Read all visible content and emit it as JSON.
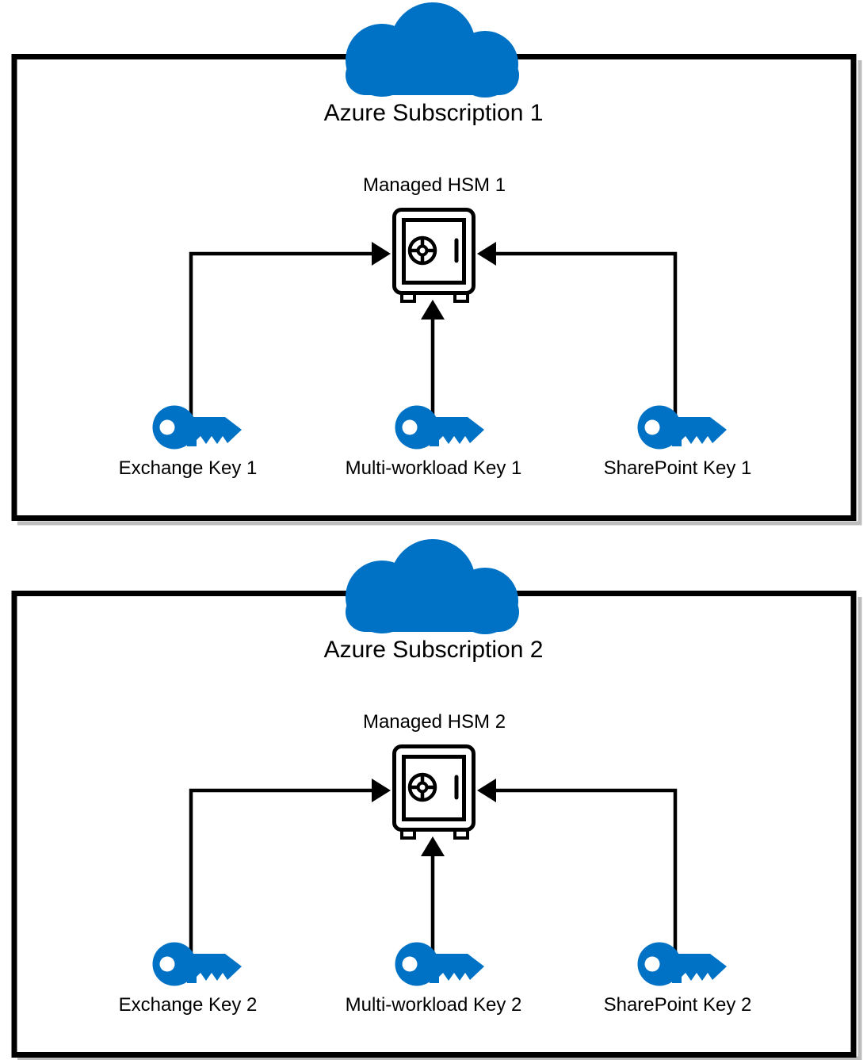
{
  "colors": {
    "accent_blue": "#0072C6",
    "outline_black": "#000000",
    "shadow_gray": "#bdbdbd",
    "background": "#ffffff"
  },
  "icons": {
    "cloud": "cloud-icon",
    "hsm": "safe-vault-icon",
    "key": "key-icon",
    "arrow": "arrowhead-icon"
  },
  "subscriptions": [
    {
      "title": "Azure Subscription 1",
      "hsm_label": "Managed HSM 1",
      "keys": [
        {
          "label": "Exchange Key 1"
        },
        {
          "label": "Multi-workload Key 1"
        },
        {
          "label": "SharePoint Key 1"
        }
      ]
    },
    {
      "title": "Azure Subscription 2",
      "hsm_label": "Managed HSM 2",
      "keys": [
        {
          "label": "Exchange Key 2"
        },
        {
          "label": "Multi-workload Key 2"
        },
        {
          "label": "SharePoint Key 2"
        }
      ]
    }
  ]
}
